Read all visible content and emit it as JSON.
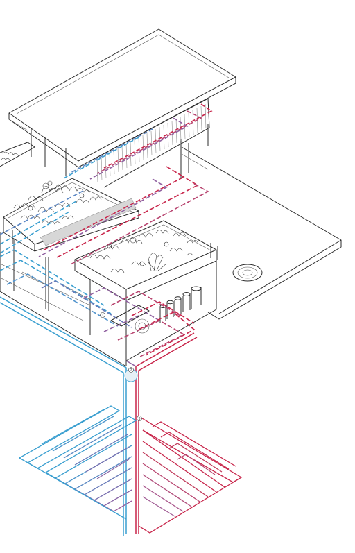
{
  "diagram": {
    "type": "axonometric-geothermal-heating-cooling",
    "colors": {
      "cold": "#3a9fd0",
      "hot": "#c8254a",
      "line": "#2b2b2b"
    },
    "markers": [
      {
        "id": "marker-1",
        "label": "1"
      },
      {
        "id": "marker-2",
        "label": "2"
      },
      {
        "id": "marker-3",
        "label": "3"
      }
    ]
  }
}
